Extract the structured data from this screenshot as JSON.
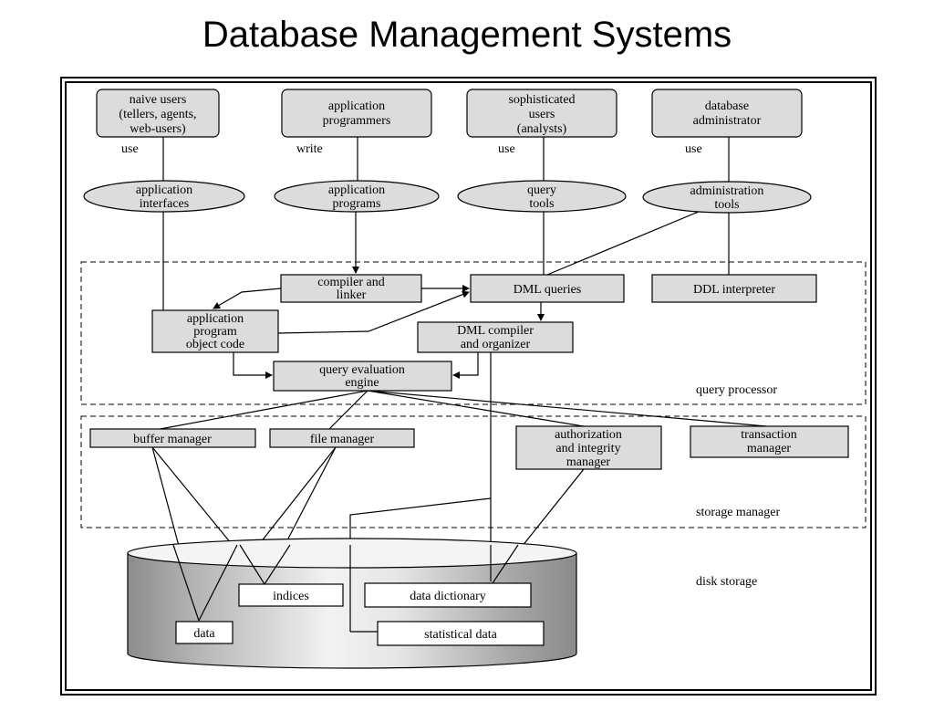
{
  "title": "Database Management Systems",
  "users": [
    {
      "lines": [
        "naive users",
        "(tellers, agents,",
        "web-users)"
      ],
      "verb": "use"
    },
    {
      "lines": [
        "application",
        "programmers"
      ],
      "verb": "write"
    },
    {
      "lines": [
        "sophisticated",
        "users",
        "(analysts)"
      ],
      "verb": "use"
    },
    {
      "lines": [
        "database",
        "administrator"
      ],
      "verb": "use"
    }
  ],
  "tools": [
    {
      "lines": [
        "application",
        "interfaces"
      ]
    },
    {
      "lines": [
        "application",
        "programs"
      ]
    },
    {
      "lines": [
        "query",
        "tools"
      ]
    },
    {
      "lines": [
        "administration",
        "tools"
      ]
    }
  ],
  "query_processor": {
    "label": "query processor",
    "compiler_linker": [
      "compiler and",
      "linker"
    ],
    "dml_queries": "DML queries",
    "ddl_interpreter": "DDL interpreter",
    "app_object_code": [
      "application",
      "program",
      "object code"
    ],
    "dml_compiler": [
      "DML compiler",
      "and organizer"
    ],
    "query_engine": [
      "query evaluation",
      "engine"
    ]
  },
  "storage_manager": {
    "label": "storage manager",
    "buffer_manager": "buffer manager",
    "file_manager": "file manager",
    "authorization": [
      "authorization",
      "and integrity",
      "manager"
    ],
    "transaction": [
      "transaction",
      "manager"
    ]
  },
  "disk_storage": {
    "label": "disk storage",
    "indices": "indices",
    "data_dictionary": "data dictionary",
    "data": "data",
    "statistical_data": "statistical data"
  }
}
